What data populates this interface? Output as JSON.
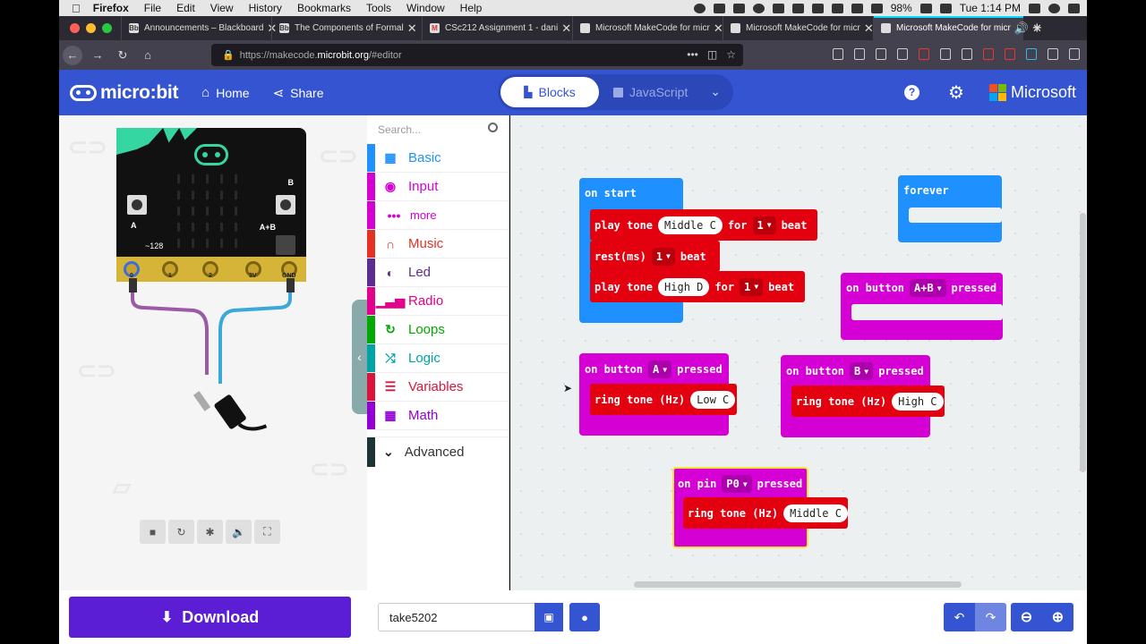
{
  "menubar": {
    "app": "Firefox",
    "items": [
      "File",
      "Edit",
      "View",
      "History",
      "Bookmarks",
      "Tools",
      "Window",
      "Help"
    ],
    "battery": "98%",
    "clock": "Tue 1:14 PM"
  },
  "tabs": [
    {
      "title": "Announcements – Blackboard",
      "icon": "Bb"
    },
    {
      "title": "The Components of Formal",
      "icon": "Bb"
    },
    {
      "title": "CSc212 Assignment 1 - dani",
      "icon": "M"
    },
    {
      "title": "Microsoft MakeCode for micr",
      "icon": ""
    },
    {
      "title": "Microsoft MakeCode for micr",
      "icon": ""
    },
    {
      "title": "Microsoft MakeCode for micr",
      "icon": ""
    }
  ],
  "url": {
    "prefix": "https://makecode.",
    "host": "microbit.org",
    "path": "/#editor"
  },
  "header": {
    "logo": "micro:bit",
    "home": "Home",
    "share": "Share",
    "blocks": "Blocks",
    "javascript": "JavaScript",
    "microsoft": "Microsoft",
    "colors": {
      "header": "#3454d1",
      "download": "#5c1ed5"
    }
  },
  "simulator": {
    "pin_reading": "~128",
    "button_a": "A",
    "button_b": "B",
    "button_ab": "A+B",
    "pins": [
      "0",
      "1",
      "2",
      "3V",
      "GND"
    ]
  },
  "toolbox": {
    "search_placeholder": "Search...",
    "categories": [
      {
        "label": "Basic",
        "color": "#1e90ff",
        "icon": "grid-icon"
      },
      {
        "label": "Input",
        "color": "#d400d4",
        "icon": "target-icon"
      },
      {
        "label": "more",
        "color": "#d400d4",
        "icon": "dots-icon"
      },
      {
        "label": "Music",
        "color": "#e63022",
        "icon": "headphones-icon"
      },
      {
        "label": "Led",
        "color": "#5c2d91",
        "icon": "toggle-icon"
      },
      {
        "label": "Radio",
        "color": "#e3008c",
        "icon": "signal-icon"
      },
      {
        "label": "Loops",
        "color": "#00aa00",
        "icon": "refresh-icon"
      },
      {
        "label": "Logic",
        "color": "#00a4a6",
        "icon": "shuffle-icon"
      },
      {
        "label": "Variables",
        "color": "#dc143c",
        "icon": "list-icon"
      },
      {
        "label": "Math",
        "color": "#9400d3",
        "icon": "calculator-icon"
      }
    ],
    "advanced": "Advanced"
  },
  "blocks": {
    "on_start": {
      "label": "on start",
      "s1": {
        "a": "play tone",
        "note": "Middle C",
        "for": "for",
        "beat": "1",
        "beatword": "beat"
      },
      "s2": {
        "a": "rest(ms)",
        "beat": "1",
        "beatword": "beat"
      },
      "s3": {
        "a": "play tone",
        "note": "High D",
        "for": "for",
        "beat": "1",
        "beatword": "beat"
      }
    },
    "forever": {
      "label": "forever"
    },
    "btn_ab": {
      "on": "on button",
      "which": "A+B",
      "pressed": "pressed"
    },
    "btn_a": {
      "on": "on button",
      "which": "A",
      "pressed": "pressed",
      "ring": "ring tone (Hz)",
      "note": "Low C"
    },
    "btn_b": {
      "on": "on button",
      "which": "B",
      "pressed": "pressed",
      "ring": "ring tone (Hz)",
      "note": "High C"
    },
    "pin0": {
      "on": "on pin",
      "which": "P0",
      "pressed": "pressed",
      "ring": "ring tone (Hz)",
      "note": "Middle C"
    }
  },
  "bottom": {
    "download": "Download",
    "project_name": "take5202"
  }
}
